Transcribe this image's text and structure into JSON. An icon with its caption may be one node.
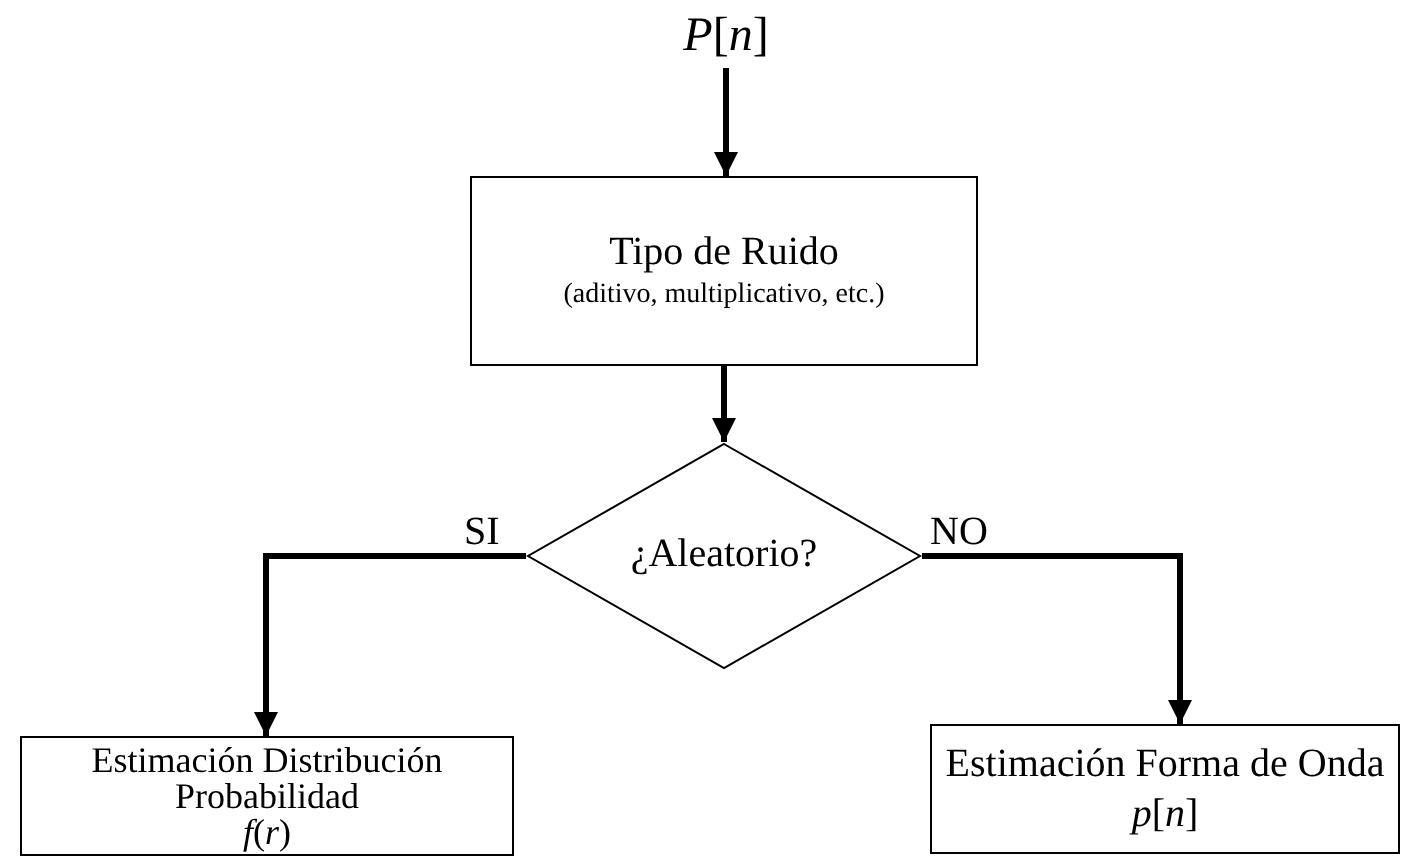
{
  "diagram": {
    "nodes": [
      {
        "text": [
          "*P*[*n*]"
        ]
      },
      {
        "text": [
          "Tipo de Ruido",
          "(aditivo, multiplicativo, etc.)"
        ]
      },
      {
        "text": [
          "¿Aleatorio?"
        ]
      },
      {
        "text": [
          "Estimación Distribución Probabilidad",
          "*f*(*r*)"
        ]
      },
      {
        "text": [
          "Estimación Forma de Onda",
          "*p*[*n*]"
        ]
      }
    ],
    "edges": [
      {
        "from": 0,
        "to": 1,
        "arrow": "to"
      },
      {
        "from": 1,
        "to": 2,
        "arrow": "to"
      },
      {
        "from": 2,
        "to": 3,
        "arrow": "to",
        "label": "SI"
      },
      {
        "from": 2,
        "to": 4,
        "arrow": "to",
        "label": "NO"
      }
    ]
  }
}
